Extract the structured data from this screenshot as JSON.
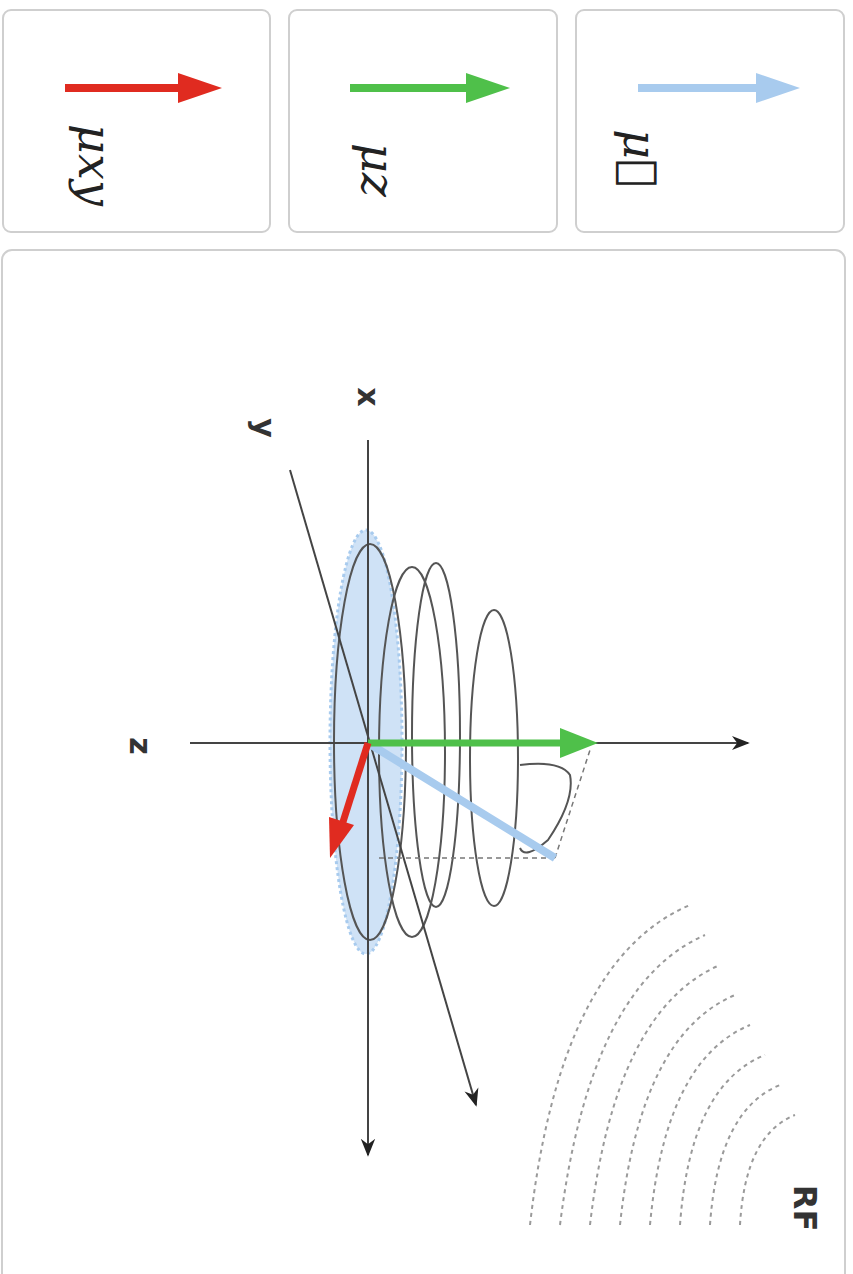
{
  "diagram": {
    "labels": [
      "x",
      "y",
      "z",
      "RF"
    ],
    "legend": [
      {
        "text": "μxy",
        "color": "#e02b20"
      },
      {
        "text": "μz",
        "color": "#4fc04a"
      },
      {
        "text": "μ⃗",
        "color": "#a8cbee"
      }
    ]
  }
}
